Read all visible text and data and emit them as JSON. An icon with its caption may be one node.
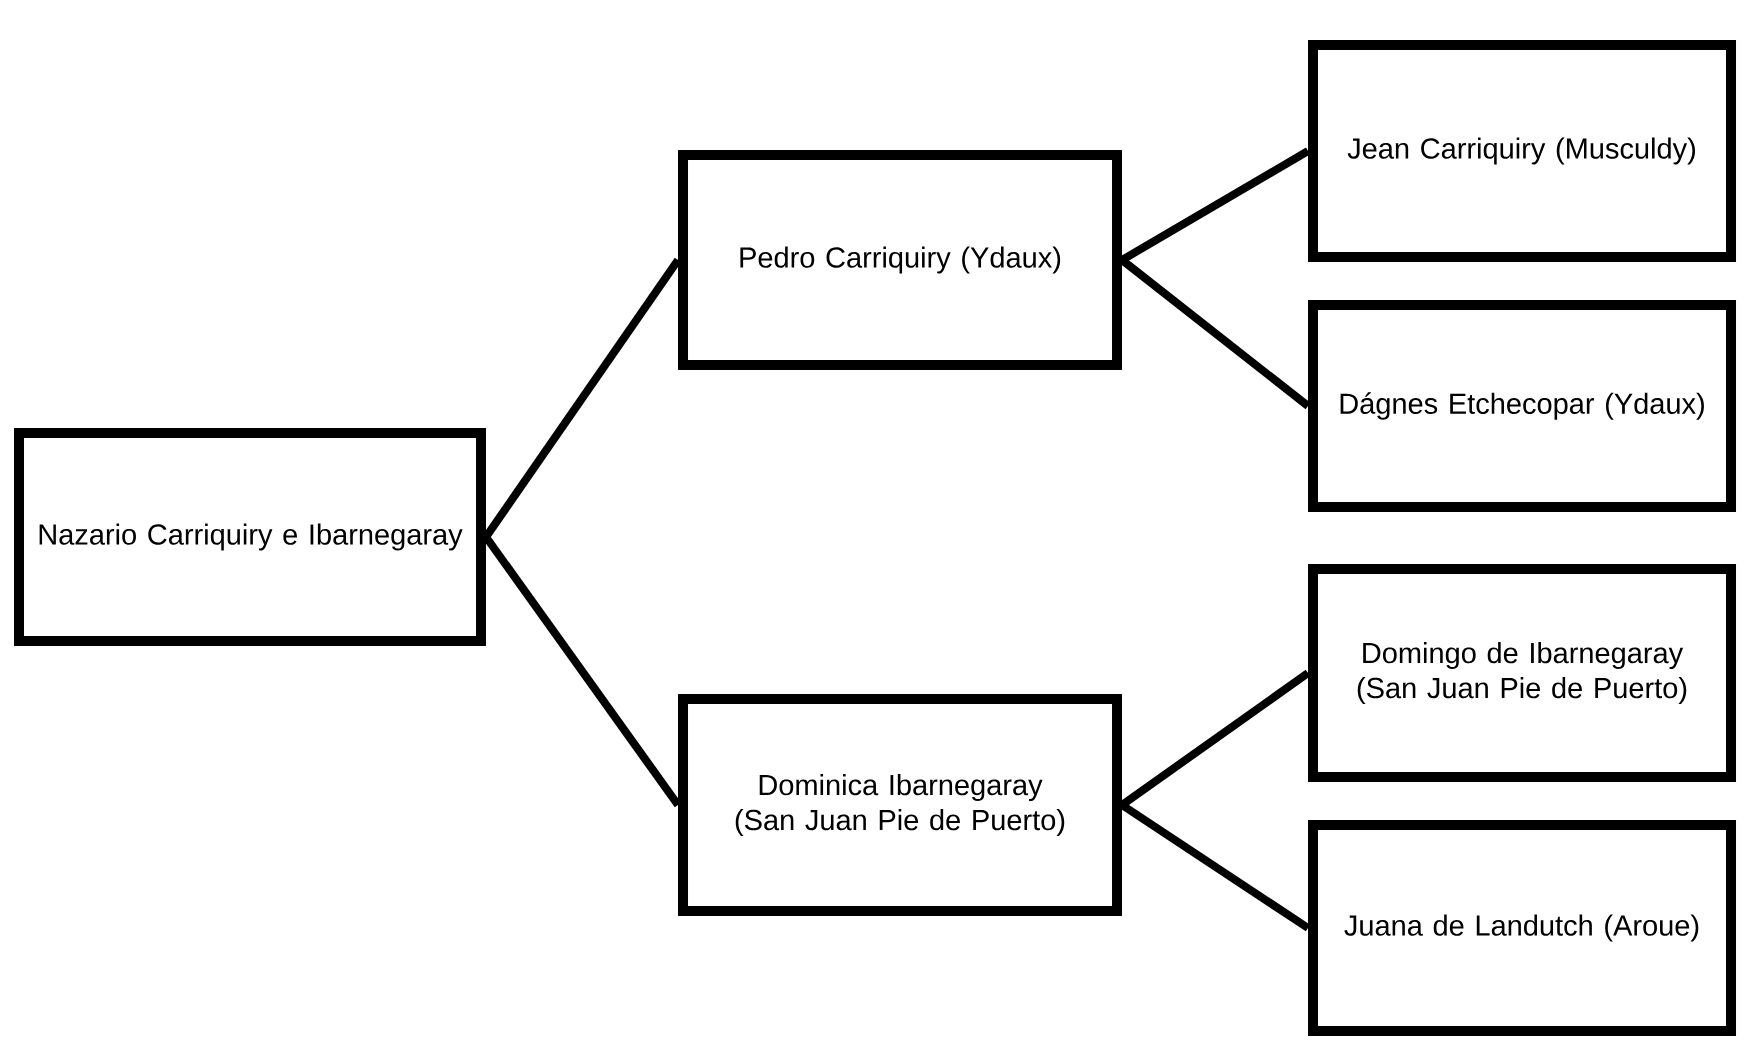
{
  "diagram": {
    "nodes": [
      {
        "text": [
          "Nazario Carriquiry e Ibarnegaray"
        ]
      },
      {
        "text": [
          "Pedro Carriquiry (Ydaux)"
        ]
      },
      {
        "text": [
          "Dominica Ibarnegaray (San Juan Pie de Puerto)"
        ]
      },
      {
        "text": [
          "Jean Carriquiry (Musculdy)"
        ]
      },
      {
        "text": [
          "Dágnes Etchecopar (Ydaux)"
        ]
      },
      {
        "text": [
          "Domingo de Ibarnegaray (San Juan Pie de Puerto)"
        ]
      },
      {
        "text": [
          "Juana de Landutch (Aroue)"
        ]
      }
    ],
    "edges": [
      {
        "from": 0,
        "to": 1,
        "arrow": "none"
      },
      {
        "from": 0,
        "to": 2,
        "arrow": "none"
      },
      {
        "from": 1,
        "to": 3,
        "arrow": "none"
      },
      {
        "from": 1,
        "to": 4,
        "arrow": "none"
      },
      {
        "from": 2,
        "to": 5,
        "arrow": "none"
      },
      {
        "from": 2,
        "to": 6,
        "arrow": "none"
      }
    ]
  }
}
